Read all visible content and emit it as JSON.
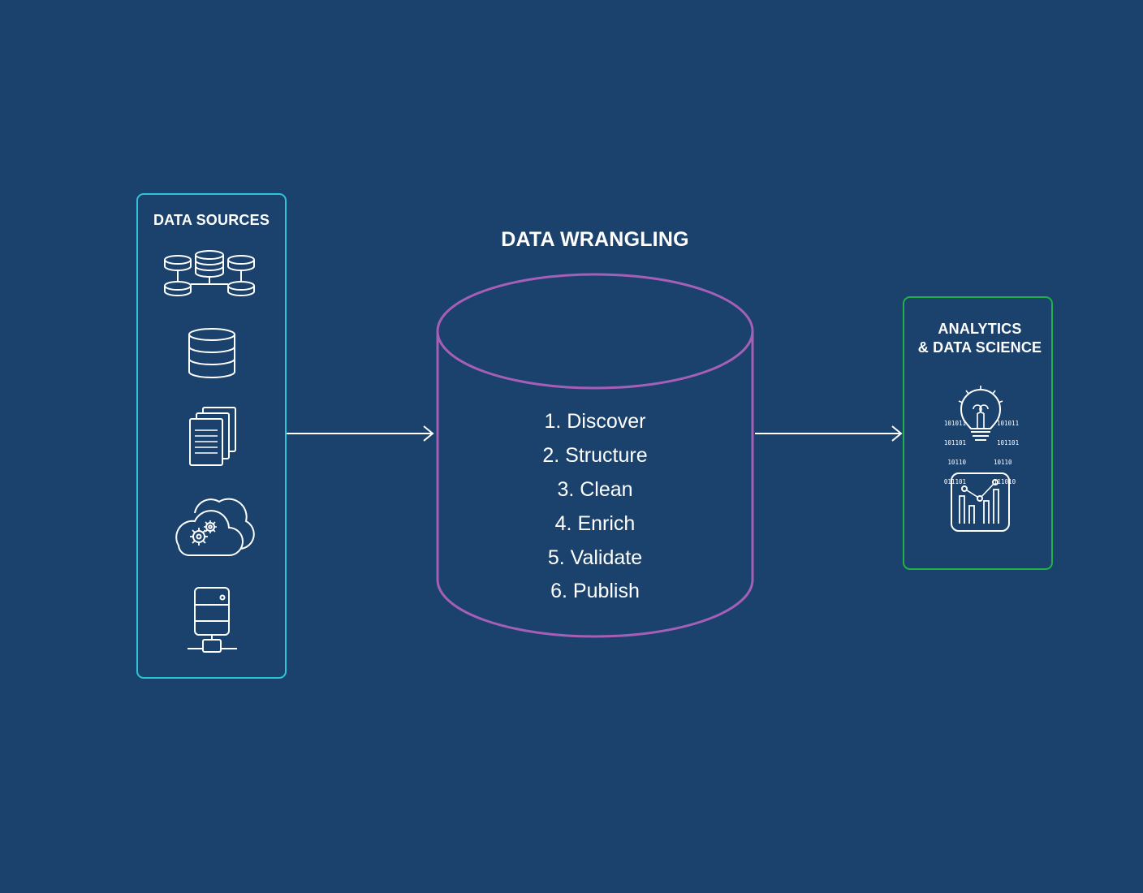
{
  "sources_panel": {
    "title": "DATA SOURCES",
    "border_color": "#2ec5d8",
    "icons": [
      "database-cluster-icon",
      "database-icon",
      "documents-icon",
      "cloud-gears-icon",
      "server-icon"
    ]
  },
  "wrangling": {
    "title": "DATA WRANGLING",
    "border_color": "#a65fb7",
    "steps": [
      "1. Discover",
      "2. Structure",
      "3. Clean",
      "4. Enrich",
      "5. Validate",
      "6. Publish"
    ]
  },
  "analytics_panel": {
    "title_line1": "ANALYTICS",
    "title_line2": "& DATA SCIENCE",
    "border_color": "#22b04a",
    "icons": [
      "lightbulb-binary-icon",
      "chart-icon"
    ],
    "binary_left": [
      "101011",
      "101101",
      "10110",
      "011101"
    ],
    "binary_right": [
      "101011",
      "101101",
      "10110",
      "111010"
    ]
  },
  "colors": {
    "background": "#1b426d",
    "line": "#ffffff"
  }
}
